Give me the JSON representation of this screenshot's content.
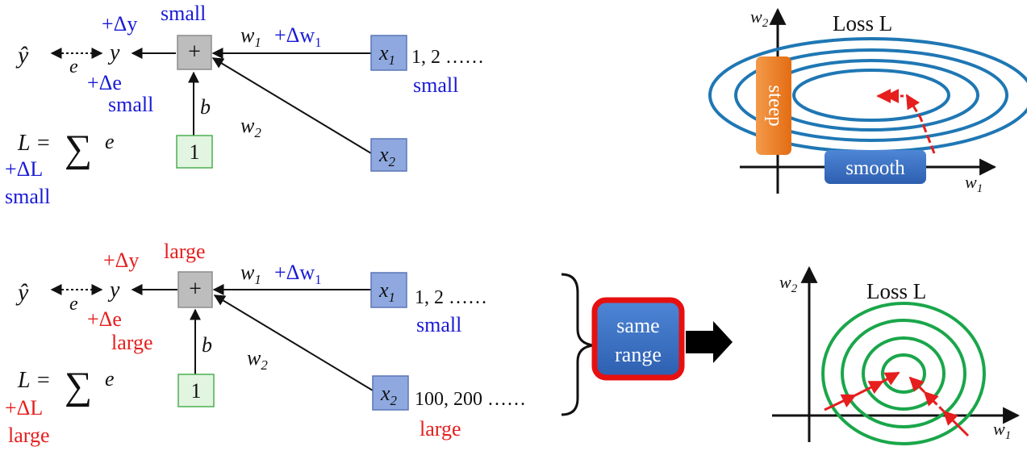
{
  "colors": {
    "blue_text": "#1a1ad6",
    "red_text": "#e61e1e",
    "ellipse_blue": "#1f77b4",
    "circle_green": "#1aa64a",
    "arrow_red": "#e61e1e",
    "steep_orange": "#ef7d22",
    "smooth_blue": "#3a6fc4",
    "plus_box_gray": "#bdbdbd",
    "bias_box_green": "#e2f5e0",
    "x_box_blue": "#8fa9e0",
    "same_range_red_border": "#e61010",
    "same_range_blue": "#3a6fc4"
  },
  "top": {
    "y_hat": "ŷ",
    "e": "e",
    "y": "y",
    "delta_y": "+Δy",
    "delta_y_note": "small",
    "delta_e": "+Δe",
    "delta_e_note": "small",
    "plus": "+",
    "w1_label": "w",
    "w1_sub": "1",
    "delta_w1": "+Δw",
    "delta_w1_sub": "1",
    "w2_label": "w",
    "w2_sub": "2",
    "b": "b",
    "one": "1",
    "x1": "x",
    "x1_sub": "1",
    "x2": "x",
    "x2_sub": "2",
    "x1_values": "1, 2 ……",
    "x1_note": "small",
    "L_eq": "L = ",
    "sum": "∑",
    "sum_e": "e",
    "delta_L": "+ΔL",
    "delta_L_note": "small"
  },
  "bottom": {
    "y_hat": "ŷ",
    "e": "e",
    "y": "y",
    "delta_y": "+Δy",
    "delta_y_note": "large",
    "delta_e": "+Δe",
    "delta_e_note": "large",
    "plus": "+",
    "w1_label": "w",
    "w1_sub": "1",
    "delta_w1": "+Δw",
    "delta_w1_sub": "1",
    "w2_label": "w",
    "w2_sub": "2",
    "b": "b",
    "one": "1",
    "x1": "x",
    "x1_sub": "1",
    "x2": "x",
    "x2_sub": "2",
    "x1_values": "1, 2 ……",
    "x1_note": "small",
    "x2_values": "100, 200 ……",
    "x2_note": "large",
    "L_eq": "L = ",
    "sum": "∑",
    "sum_e": "e",
    "delta_L": "+ΔL",
    "delta_L_note": "large"
  },
  "same_range": {
    "line1": "same",
    "line2": "range"
  },
  "top_plot": {
    "title": "Loss L",
    "x_axis": "w",
    "x_axis_sub": "1",
    "y_axis": "w",
    "y_axis_sub": "2",
    "steep_label": "steep",
    "smooth_label": "smooth"
  },
  "bottom_plot": {
    "title": "Loss L",
    "x_axis": "w",
    "x_axis_sub": "1",
    "y_axis": "w",
    "y_axis_sub": "2"
  }
}
